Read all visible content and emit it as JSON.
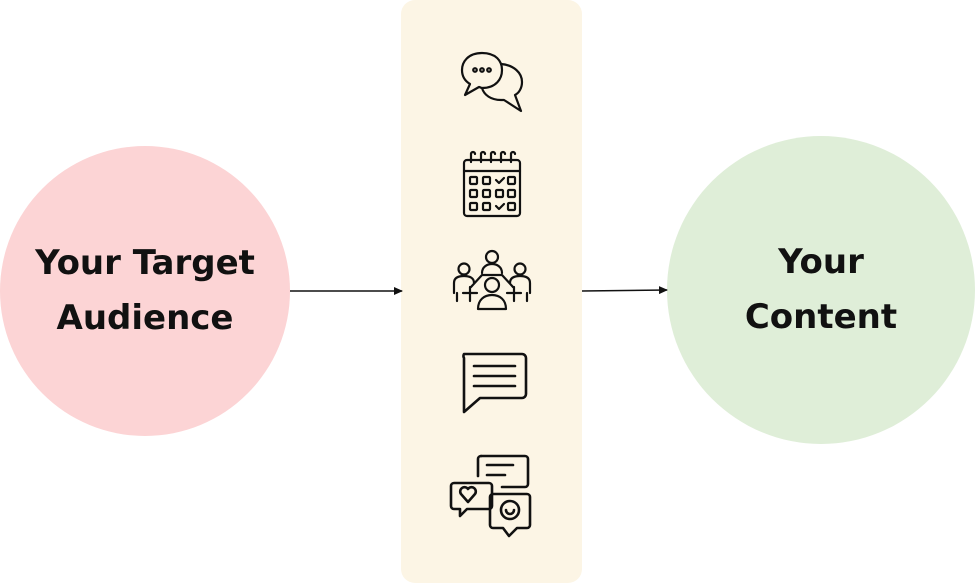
{
  "colors": {
    "left_circle": "#fcd4d5",
    "right_circle": "#dfeed8",
    "center_panel": "#fcf5e5",
    "ink": "#111111"
  },
  "left_node": {
    "lines": [
      "Your Target",
      "Audience"
    ]
  },
  "right_node": {
    "lines": [
      "Your",
      "Content"
    ]
  },
  "channels": [
    {
      "icon": "chat-bubbles-icon"
    },
    {
      "icon": "calendar-icon"
    },
    {
      "icon": "meeting-icon"
    },
    {
      "icon": "message-icon"
    },
    {
      "icon": "social-feedback-icon"
    }
  ]
}
